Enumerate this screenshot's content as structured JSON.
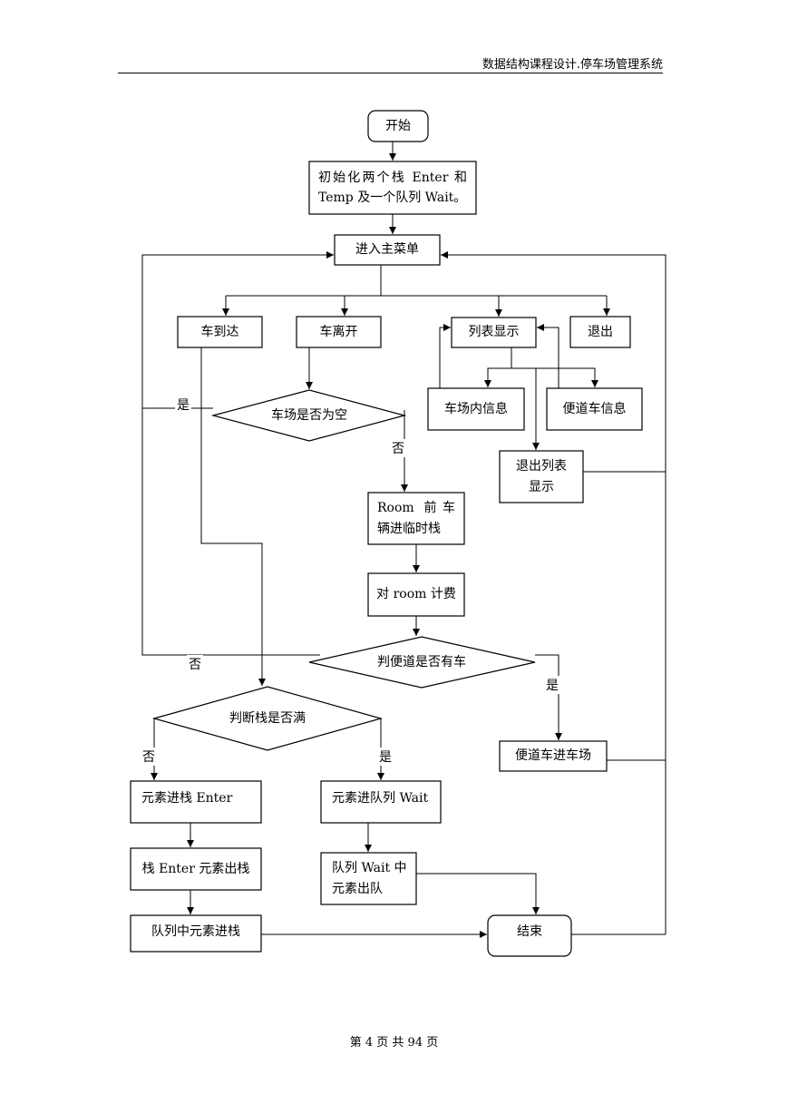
{
  "header": {
    "title": "数据结构课程设计.停车场管理系统"
  },
  "footer": {
    "page": "第 4 页 共 94 页"
  },
  "nodes": {
    "start": "开始",
    "init": "初始化两个栈 Enter 和 Temp 及一个队列 Wait。",
    "main_menu": "进入主菜单",
    "car_arrive": "车到达",
    "car_leave": "车离开",
    "list_display": "列表显示",
    "exit": "退出",
    "lot_empty": "车场是否为空",
    "lot_info": "车场内信息",
    "sidelane_info": "便道车信息",
    "exit_list": "退出列表显示",
    "room_to_temp": "Room 前车辆进临时栈",
    "bill_room": "对 room 计费",
    "sidelane_has_car": "判便道是否有车",
    "stack_full": "判断栈是否满",
    "sidelane_enter": "便道车进车场",
    "push_enter": "元素进栈 Enter",
    "enqueue_wait": "元素进队列 Wait",
    "pop_enter": "栈 Enter 元素出栈",
    "dequeue_wait": "队列 Wait 中元素出队",
    "queue_push": "队列中元素进栈",
    "end": "结束"
  },
  "edges": {
    "lot_empty_yes": "是",
    "lot_empty_no": "否",
    "sidelane_no": "否",
    "sidelane_yes": "是",
    "full_no": "否",
    "full_yes": "是"
  }
}
